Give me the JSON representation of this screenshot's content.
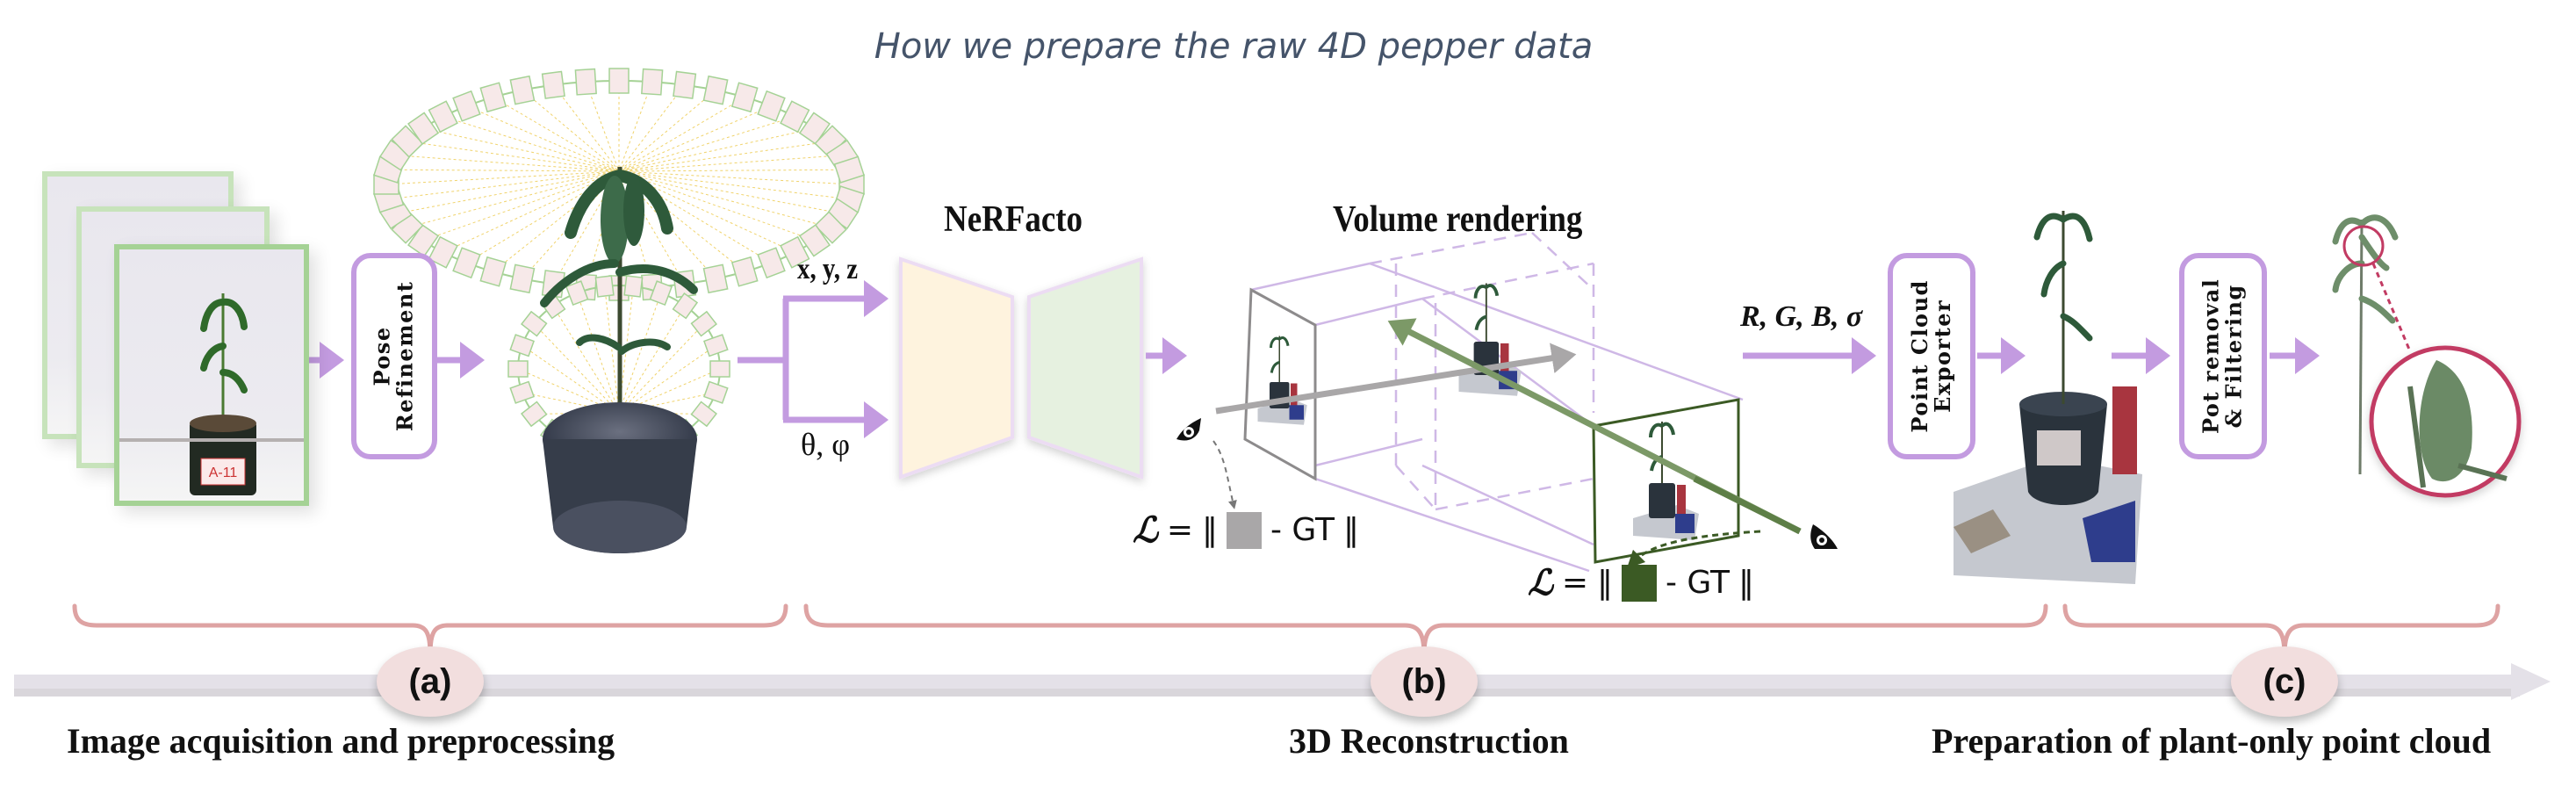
{
  "title": "How we prepare the raw 4D pepper data",
  "stages": {
    "pose_refinement": "Pose\nRefinement",
    "pose_refinement_lines": [
      "Pose",
      "Refinement"
    ],
    "nerf_heading": "NeRFacto",
    "volume_heading": "Volume rendering",
    "point_cloud_exporter_lines": [
      "Point Cloud",
      "Exporter"
    ],
    "pot_removal_lines": [
      "Pot removal",
      "& Filtering"
    ]
  },
  "inputs": {
    "position_label": "x, y, z",
    "direction_label": "θ, φ",
    "output_label": "R, G, B, σ"
  },
  "loss": {
    "symbol": "ℒ",
    "equals": "=",
    "open_norm": "‖",
    "minus_gt": "- GT",
    "close_norm": "‖",
    "gray_swatch_color": "#a9a7a8",
    "green_swatch_color": "#3b5a24"
  },
  "photo_label": "A-11",
  "timeline": {
    "phases": [
      {
        "tag": "(a)",
        "label": "Image acquisition and preprocessing"
      },
      {
        "tag": "(b)",
        "label": "3D Reconstruction"
      },
      {
        "tag": "(c)",
        "label": "Preparation of plant-only point cloud"
      }
    ]
  },
  "colors": {
    "flow_arrow": "#c39be0",
    "bracket": "#dea3a3",
    "bubble": "#f2dede",
    "timeline_bar": "#e4e1e8",
    "photo_border": "#a5d295",
    "nerf_encoder": "#fef3de",
    "nerf_decoder": "#e6f1e0",
    "ray_gray": "#a9a7a8",
    "ray_green": "#5e7f47",
    "magnifier": "#c23b63",
    "title": "#45546a"
  }
}
